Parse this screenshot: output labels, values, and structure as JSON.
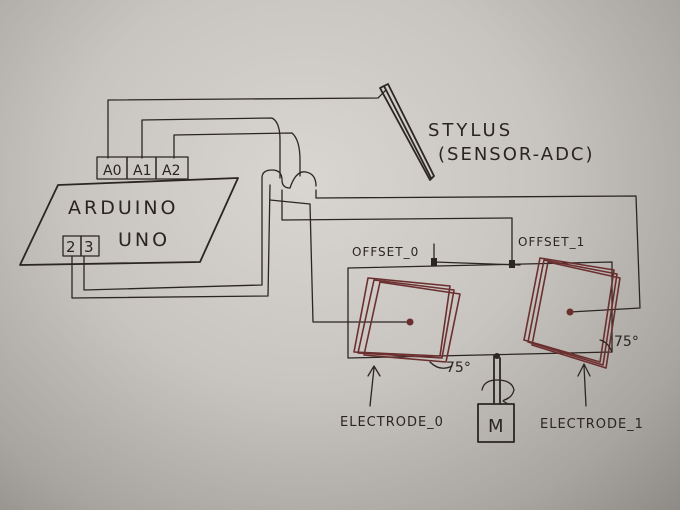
{
  "labels": {
    "pin_a0": "A0",
    "pin_a1": "A1",
    "pin_a2": "A2",
    "board_line1": "ARDUINO",
    "board_line2": "UNO",
    "pin_2": "2",
    "pin_3": "3",
    "stylus": "STYLUS",
    "stylus_sub": "(SENSOR-ADC)",
    "offset_0": "OFFSET_0",
    "offset_1": "OFFSET_1",
    "angle_left": "75°",
    "angle_right": "75°",
    "electrode_0": "ELECTRODE_0",
    "electrode_1": "ELECTRODE_1",
    "motor": "M"
  },
  "colors": {
    "ink": "#2b2622",
    "electrode_ink": "#6b2f2f",
    "paper": "#cfcbc7"
  }
}
